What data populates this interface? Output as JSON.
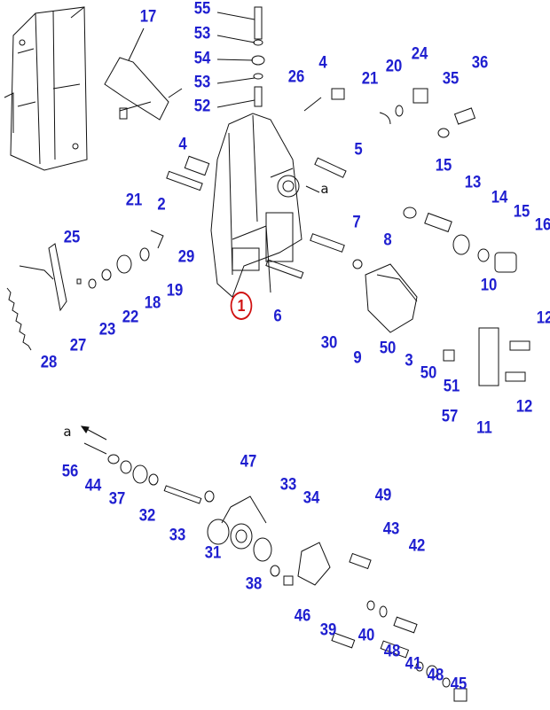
{
  "diagram": {
    "title": "Exploded parts diagram – valve assembly",
    "label_color": "#1f1fd0",
    "highlight_color": "#d01010",
    "highlighted_part": "1",
    "callouts": [
      "55",
      "53",
      "54",
      "53",
      "52",
      "17",
      "26",
      "4",
      "21",
      "20",
      "24",
      "35",
      "36",
      "4",
      "5",
      "2",
      "21",
      "15",
      "13",
      "14",
      "15",
      "16",
      "7",
      "8",
      "29",
      "25",
      "19",
      "18",
      "22",
      "23",
      "27",
      "28",
      "1",
      "6",
      "10",
      "30",
      "9",
      "50",
      "3",
      "50",
      "51",
      "12",
      "12",
      "57",
      "11",
      "56",
      "44",
      "37",
      "32",
      "33",
      "47",
      "33",
      "34",
      "31",
      "49",
      "43",
      "42",
      "38",
      "46",
      "39",
      "40",
      "48",
      "41",
      "48",
      "45"
    ],
    "reference_marks": [
      "a",
      "a"
    ]
  }
}
